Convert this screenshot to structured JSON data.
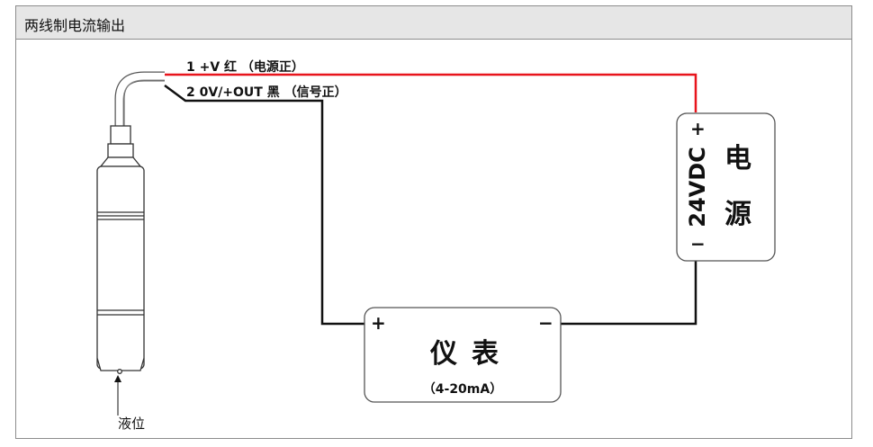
{
  "header": {
    "title": "两线制电流输出"
  },
  "wires": {
    "wire1": "1 +V 红 （电源正）",
    "wire2": "2 0V/+OUT 黑 （信号正）"
  },
  "power_supply": {
    "plus": "+",
    "minus": "−",
    "voltage": "24VDC",
    "label_1": "电",
    "label_2": "源"
  },
  "meter": {
    "plus": "+",
    "minus": "−",
    "label_1": "仪",
    "label_2": "表",
    "range": "（4-20mA）"
  },
  "sensor": {
    "level_label": "液位"
  },
  "colors": {
    "positive_wire": "#e8141c",
    "signal_wire": "#111111"
  }
}
